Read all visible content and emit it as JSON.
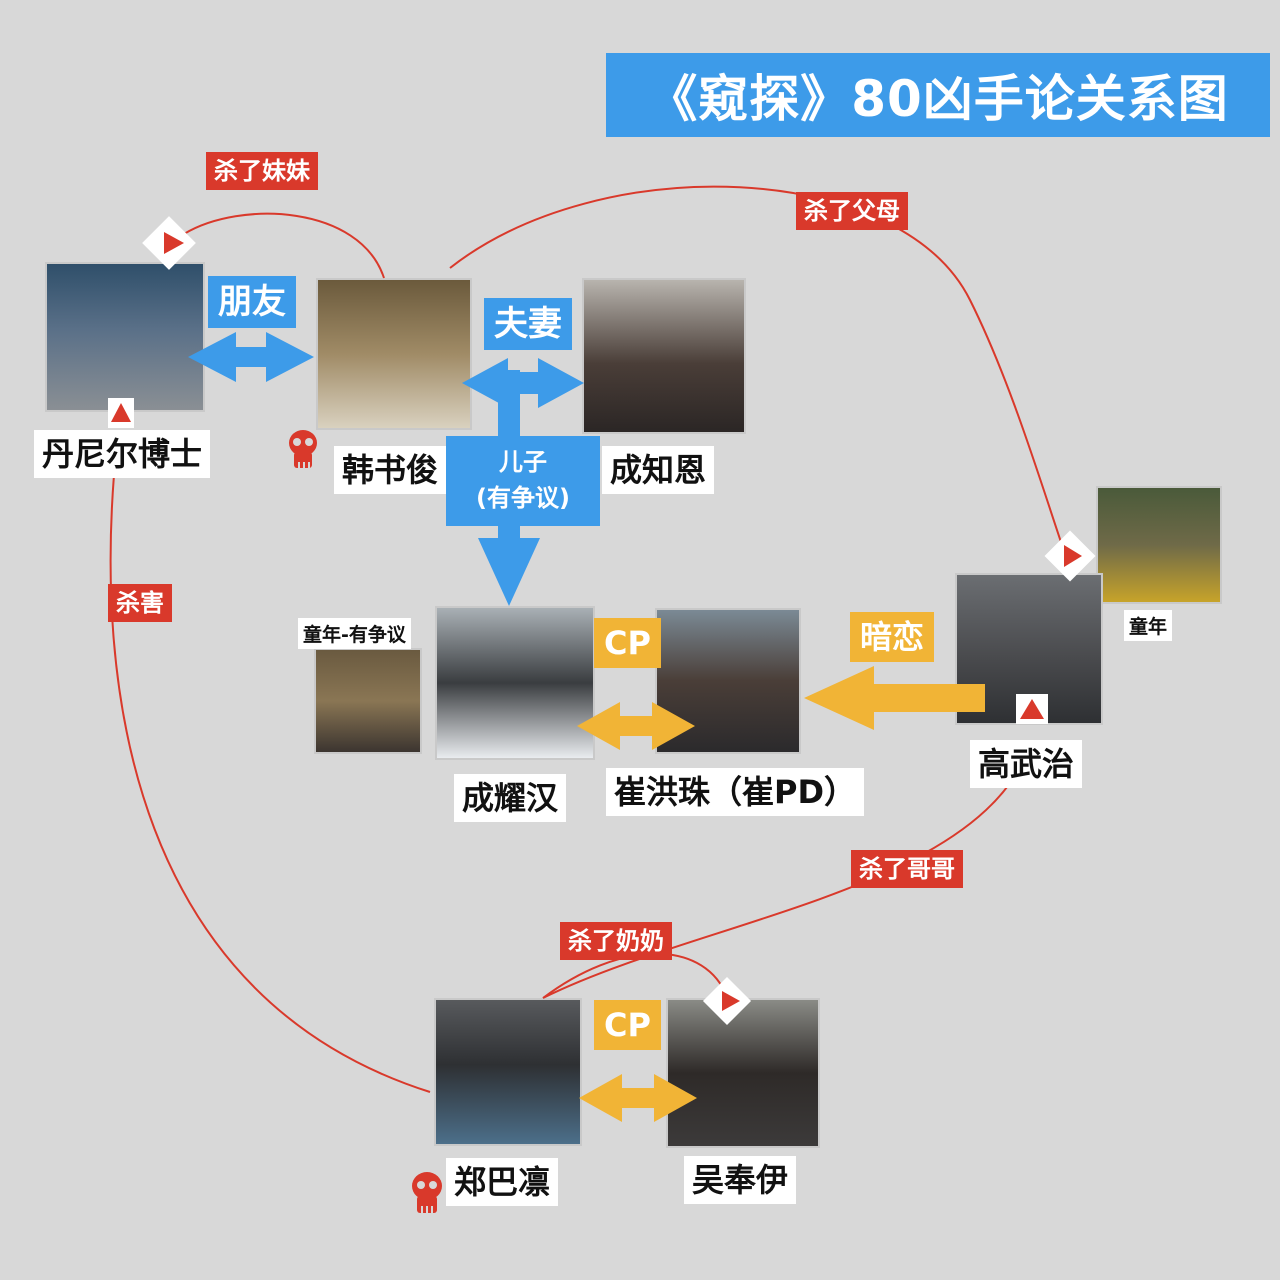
{
  "title": "《窥探》80凶手论关系图",
  "colors": {
    "accent_blue": "#3d9be9",
    "kill_red": "#d9392b",
    "love_yellow": "#f1b436",
    "background": "#d8d8d8"
  },
  "characters": {
    "daniel": "丹尼尔博士",
    "han": "韩书俊",
    "seong_jieun": "成知恩",
    "seong_yohan": "成耀汉",
    "choi": "崔洪珠（崔PD）",
    "go": "高武治",
    "jeong": "郑巴凛",
    "oh": "吴奉伊"
  },
  "captions": {
    "childhood_disputed": "童年-有争议",
    "childhood": "童年"
  },
  "relations": {
    "friends": "朋友",
    "spouses": "夫妻",
    "son_line1": "儿子",
    "son_line2": "(有争议)",
    "cp_top": "CP",
    "crush": "暗恋",
    "cp_bottom": "CP"
  },
  "kills": {
    "killed_sister": "杀了妹妹",
    "killed_parents": "杀了父母",
    "killed": "杀害",
    "killed_brother": "杀了哥哥",
    "killed_grandma": "杀了奶奶"
  },
  "icons": {
    "dead_marker": "skull-icon",
    "killer_marker": "red-triangle-icon"
  }
}
